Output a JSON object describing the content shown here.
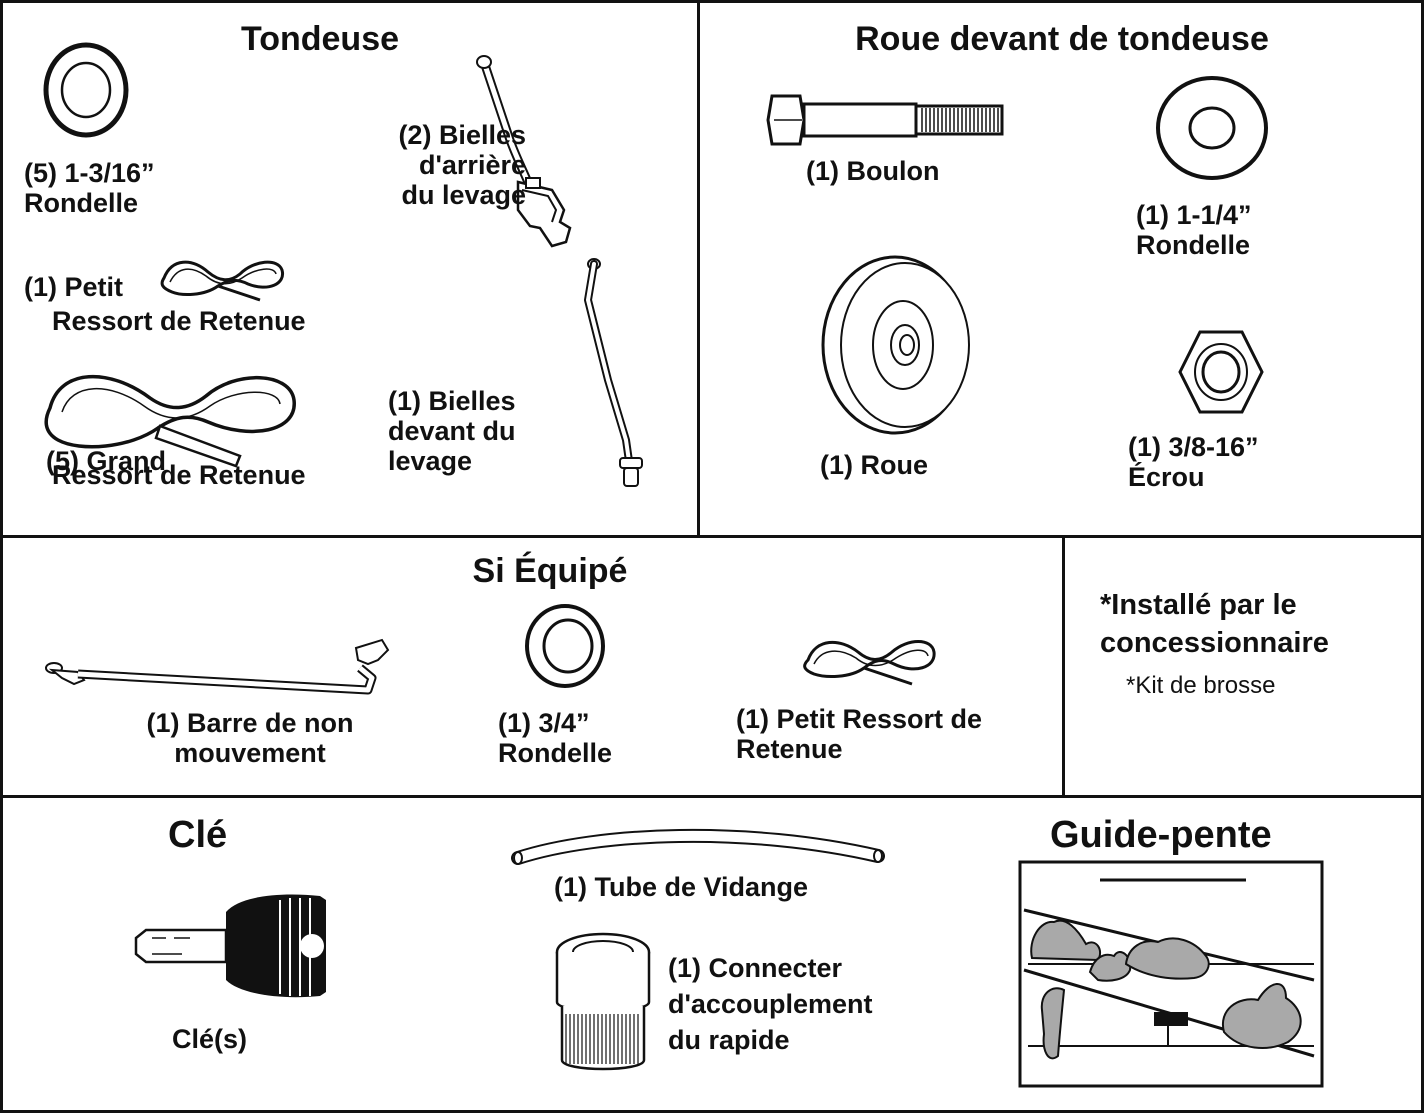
{
  "tondeuse": {
    "title": "Tondeuse",
    "washer_label": "(5) 1-3/16”\nRondelle",
    "rear_links_label": "(2) Bielles\nd'arrière\ndu levage",
    "small_spring_line1": "(1) Petit",
    "small_spring_line2": "Ressort de Retenue",
    "large_spring_line1": "(5) Grand",
    "large_spring_line2": "Ressort de Retenue",
    "front_link_label": "(1) Bielles\ndevant du\nlevage"
  },
  "roue": {
    "title": "Roue devant de tondeuse",
    "bolt_label": "(1) Boulon",
    "washer_label": "(1) 1-1/4”\nRondelle",
    "wheel_label": "(1) Roue",
    "nut_label": "(1) 3/8-16”\nÉcrou"
  },
  "equipe": {
    "title": "Si Équipé",
    "bar_label": "(1) Barre de non\nmouvement",
    "washer_label": "(1) 3/4”\nRondelle",
    "spring_label": "(1) Petit Ressort de\nRetenue"
  },
  "dealer": {
    "title": "*Installé par le\nconcessionnaire",
    "note": "*Kit de brosse"
  },
  "cle": {
    "title": "Clé",
    "label": "Clé(s)"
  },
  "tube": {
    "tube_label": "(1) Tube de Vidange",
    "connector_label": "(1) Connecter\nd'accouplement\ndu rapide"
  },
  "guide": {
    "title": "Guide-pente"
  }
}
